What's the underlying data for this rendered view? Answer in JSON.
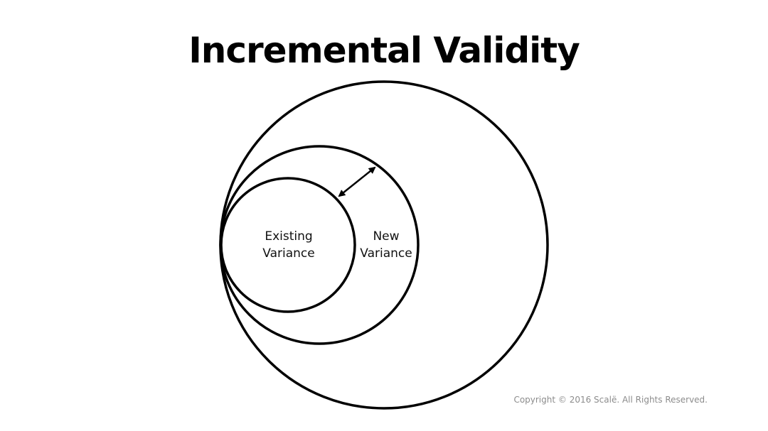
{
  "slide": {
    "title": "Incremental Validity",
    "copyright": "Copyright © 2016 Scalë. All Rights Reserved."
  },
  "diagram": {
    "inner_circle_label_line1": "Existing",
    "inner_circle_label_line2": "Variance",
    "middle_circle_label_line1": "New",
    "middle_circle_label_line2": "Variance",
    "stroke_color": "#000000",
    "background_color": "#ffffff"
  }
}
